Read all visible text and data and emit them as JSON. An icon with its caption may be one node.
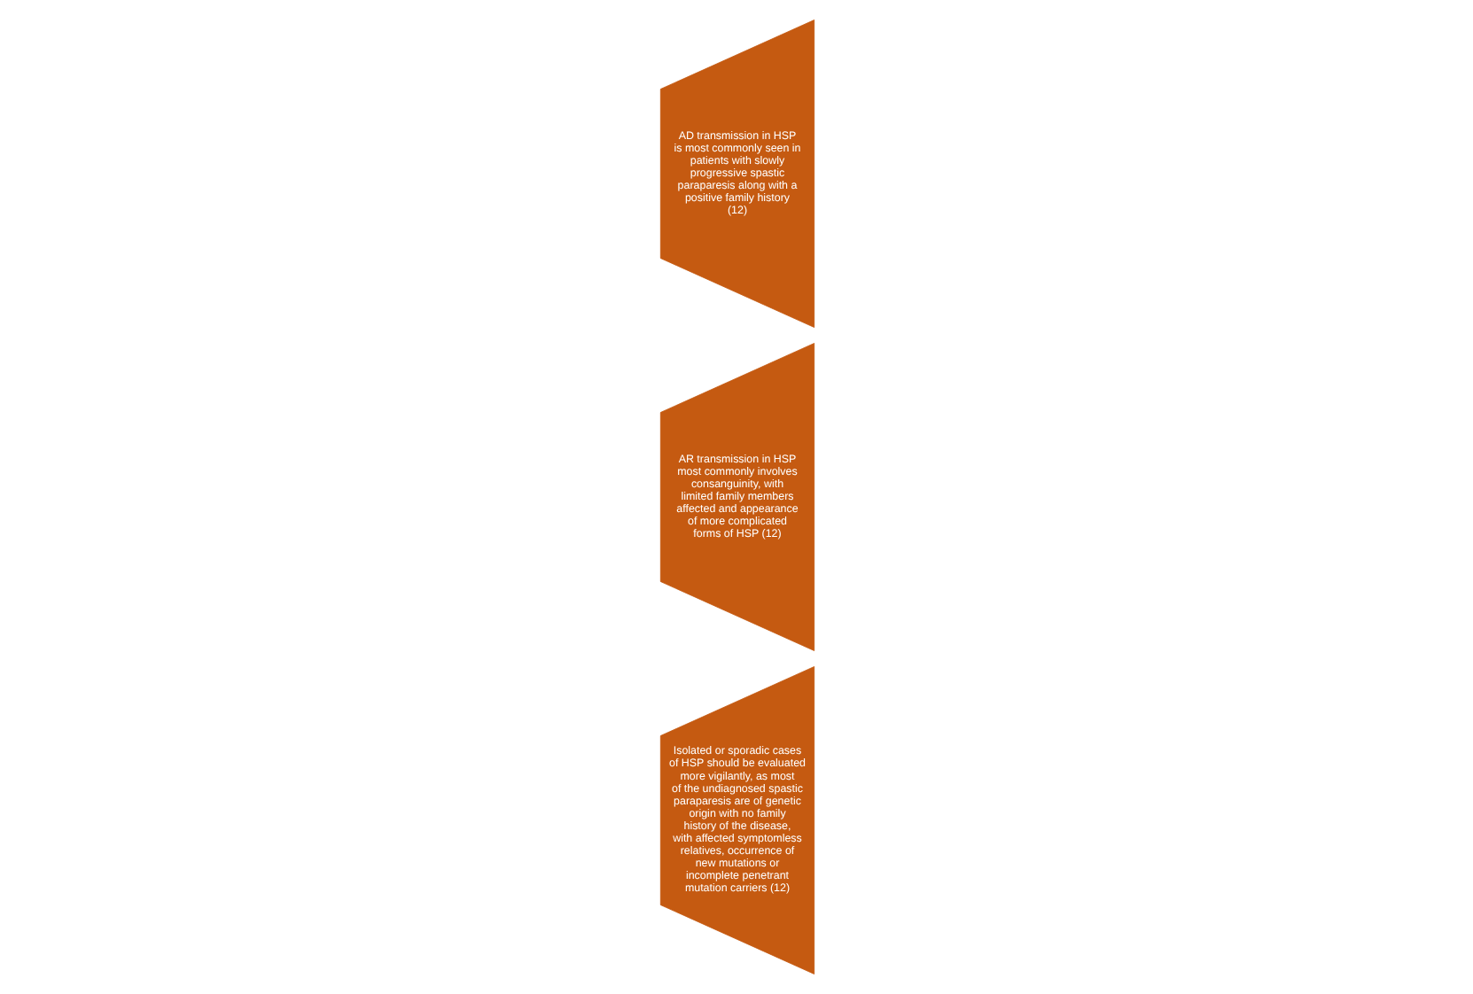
{
  "diagram": {
    "nodes": [
      {
        "text": [
          "AD transmission in HSP is most commonly seen in patients with slowly progressive spastic paraparesis along with a positive family history (12)"
        ]
      },
      {
        "text": [
          "AR transmission in HSP most commonly involves consanguinity, with limited family members affected and appearance of more complicated forms of HSP (12)"
        ]
      },
      {
        "text": [
          "Isolated or sporadic cases of HSP should be evaluated more vigilantly, as most of the undiagnosed spastic paraparesis are of genetic origin with no family history of the disease, with affected symptomless relatives, occurrence of new mutations or incomplete penetrant mutation carriers (12)"
        ]
      }
    ]
  }
}
